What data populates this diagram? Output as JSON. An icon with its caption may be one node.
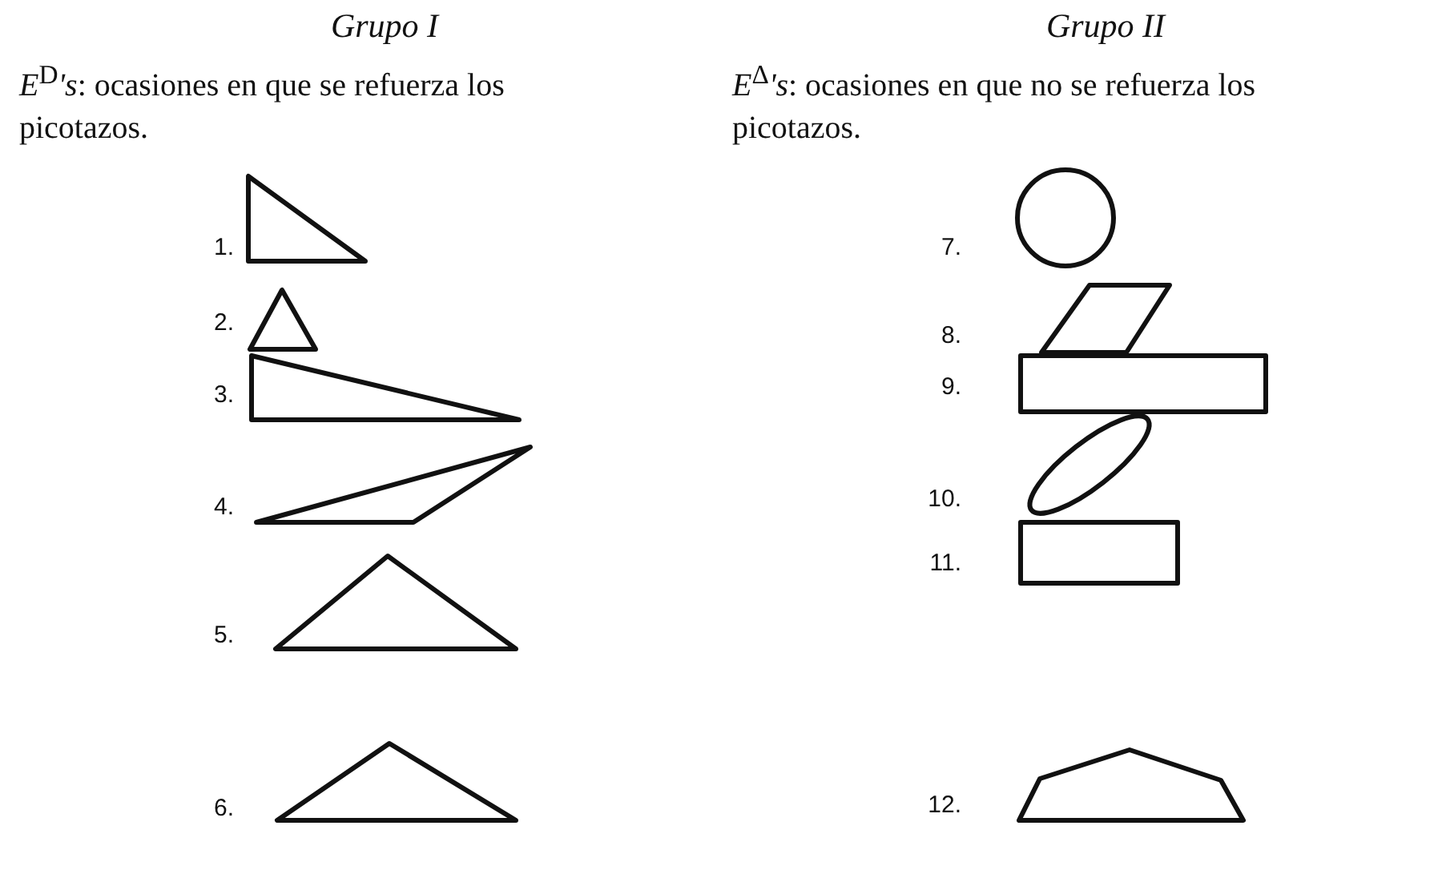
{
  "diagram": {
    "labels": [
      "Grupo I",
      "Grupo II",
      "*E*$^{D}$*'s*: ocasiones en que se refuerza los picotazos.",
      "*E*$^{Δ}$*'s*: ocasiones en que no se refuerza los picotazos.",
      "1.",
      "2.",
      "3.",
      "4.",
      "5.",
      "6.",
      "7.",
      "8.",
      "9.",
      "10.",
      "11.",
      "12."
    ]
  }
}
